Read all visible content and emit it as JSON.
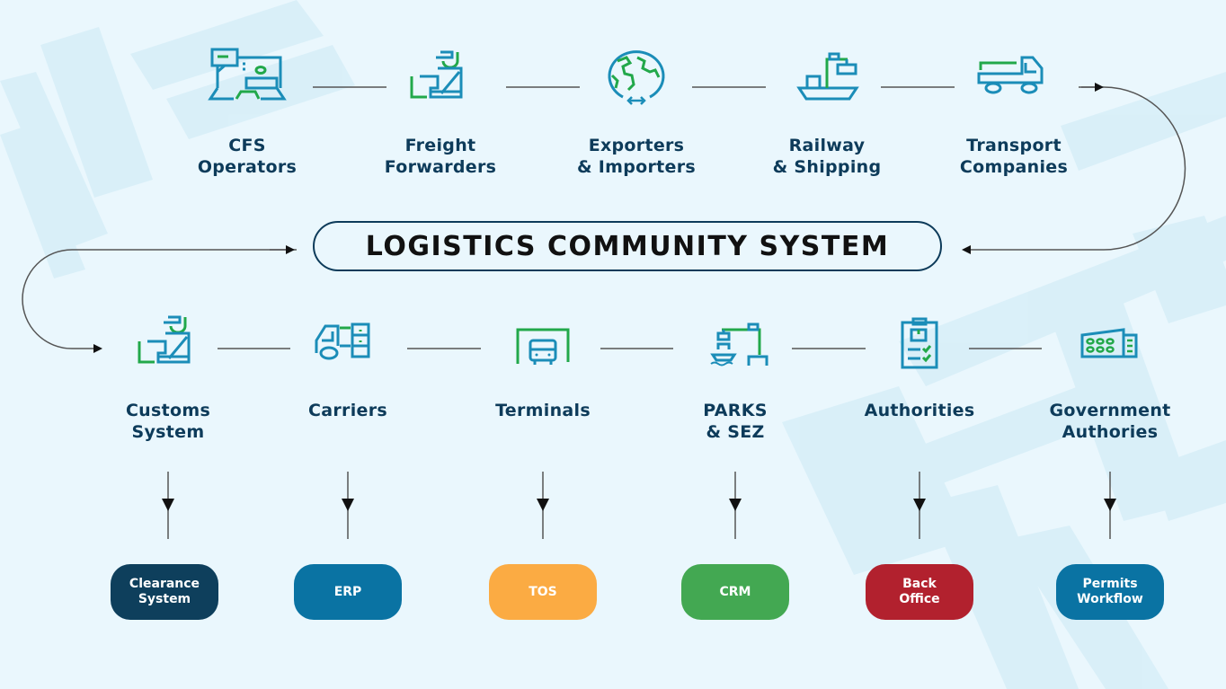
{
  "title": "LOGISTICS COMMUNITY SYSTEM",
  "colors": {
    "background": "#eaf7fd",
    "text_dark": "#0d3b5a",
    "icon_blue": "#1b8db8",
    "icon_green": "#22a84a",
    "connector": "#555555"
  },
  "top_row": [
    {
      "label": "CFS\nOperators",
      "icon": "computer-chat-icon"
    },
    {
      "label": "Freight\nForwarders",
      "icon": "officer-desk-icon"
    },
    {
      "label": "Exporters\n& Importers",
      "icon": "globe-exchange-icon"
    },
    {
      "label": "Railway\n& Shipping",
      "icon": "ship-crane-icon"
    },
    {
      "label": "Transport\nCompanies",
      "icon": "truck-icon"
    }
  ],
  "bottom_row": [
    {
      "label": "Customs\nSystem",
      "icon": "officer-desk-icon",
      "system": "Clearance\nSystem",
      "system_color": "#0e3f5c"
    },
    {
      "label": "Carriers",
      "icon": "truck-cargo-icon",
      "system": "ERP",
      "system_color": "#0a73a3"
    },
    {
      "label": "Terminals",
      "icon": "bus-terminal-icon",
      "system": "TOS",
      "system_color": "#fbab43"
    },
    {
      "label": "PARKS\n& SEZ",
      "icon": "port-crane-icon",
      "system": "CRM",
      "system_color": "#43a852"
    },
    {
      "label": "Authorities",
      "icon": "clipboard-check-icon",
      "system": "Back\nOffice",
      "system_color": "#b2212e"
    },
    {
      "label": "Government\nAuthories",
      "icon": "government-building-icon",
      "system": "Permits\nWorkflow",
      "system_color": "#0a73a3"
    }
  ]
}
